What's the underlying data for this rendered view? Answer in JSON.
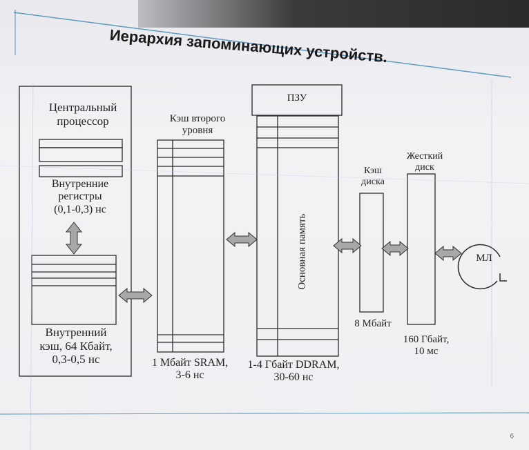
{
  "slide": {
    "title": "Иерархия запоминающих устройств.",
    "page_number": "6"
  },
  "cpu": {
    "label_line1": "Центральный",
    "label_line2": "процессор",
    "registers_line1": "Внутренние",
    "registers_line2": "регистры",
    "registers_line3": "(0,1-0,3) нс",
    "cache_line1": "Внутренний",
    "cache_line2": "кэш, 64 Кбайт,",
    "cache_line3": "0,3-0,5 нс"
  },
  "l2": {
    "label_line1": "Кэш второго",
    "label_line2": "уровня",
    "spec_line1": "1 Мбайт SRAM,",
    "spec_line2": "3-6 нс"
  },
  "rom": {
    "label": "ПЗУ"
  },
  "main_memory": {
    "label": "Основная память",
    "spec_line1": "1-4 Гбайт DDRAM,",
    "spec_line2": "30-60 нс"
  },
  "disk_cache": {
    "label_line1": "Кэш",
    "label_line2": "диска",
    "spec": "8 Мбайт"
  },
  "hard_disk": {
    "label_line1": "Жесткий",
    "label_line2": "диск",
    "spec_line1": "160 Гбайт,",
    "spec_line2": "10 мс"
  },
  "tape": {
    "label": "МЛ"
  },
  "colors": {
    "arrow_fill": "#a8a8a8",
    "line": "#2a2a2a",
    "accent_rule": "#3a86b0"
  }
}
